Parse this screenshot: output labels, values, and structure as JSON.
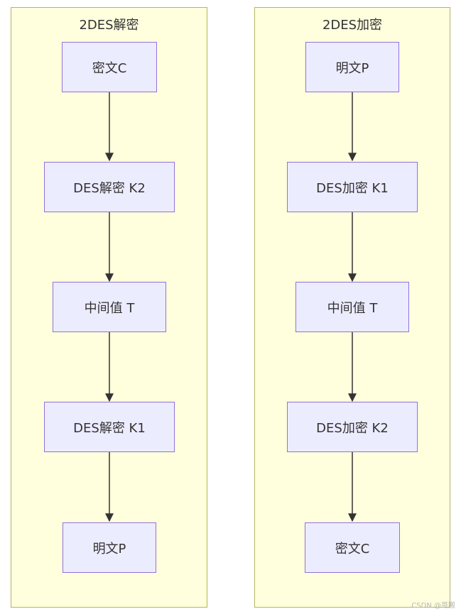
{
  "diagram": {
    "clusters": [
      {
        "id": "decrypt",
        "title": "2DES解密",
        "nodes": [
          "密文C",
          "DES解密 K2",
          "中间值 T",
          "DES解密 K1",
          "明文P"
        ]
      },
      {
        "id": "encrypt",
        "title": "2DES加密",
        "nodes": [
          "明文P",
          "DES加密 K1",
          "中间值 T",
          "DES加密 K2",
          "密文C"
        ]
      }
    ],
    "colors": {
      "cluster_fill": "#ffffde",
      "cluster_border": "#b5b55a",
      "node_fill": "#ececff",
      "node_border": "#9370db",
      "edge": "#333333",
      "text": "#333333"
    }
  },
  "watermark": "CSDN @哥搬"
}
